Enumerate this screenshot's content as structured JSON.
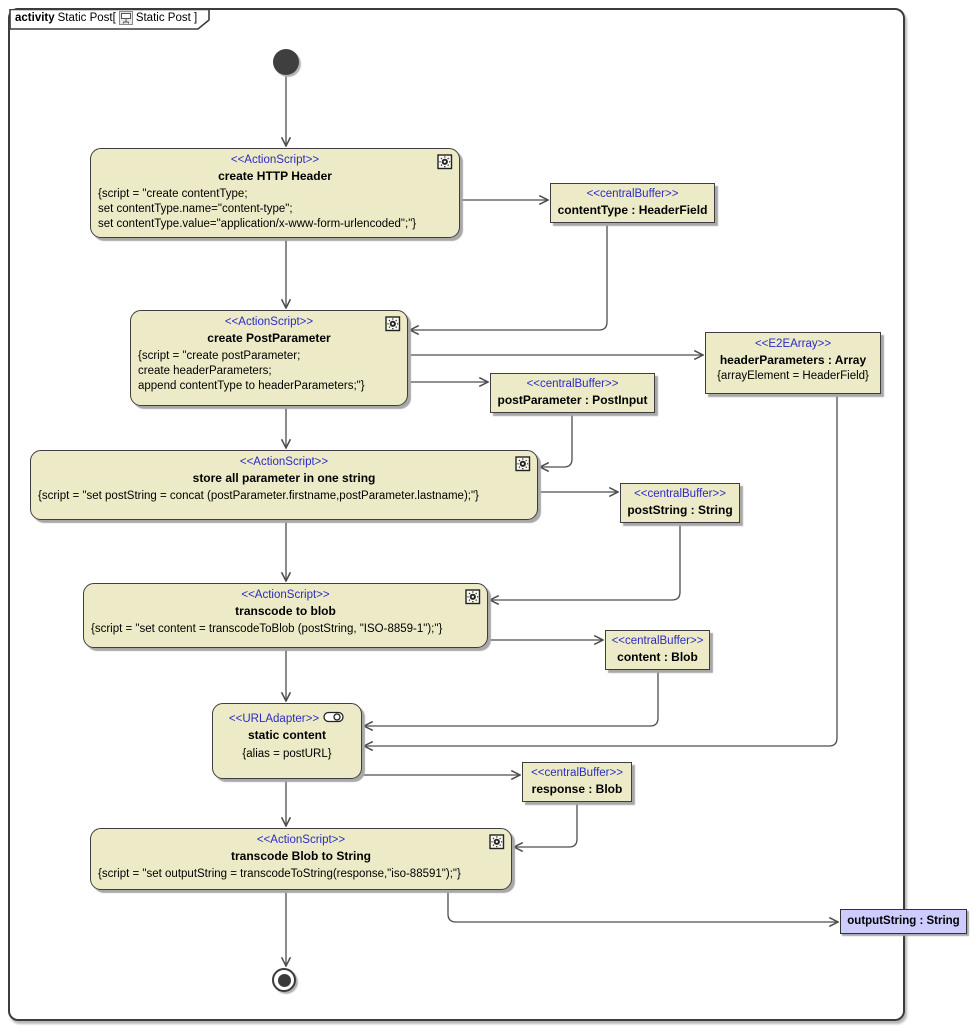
{
  "frame": {
    "keyword": "activity",
    "name_text": "Static Post[",
    "diagram_text": "Static Post ]"
  },
  "nodes": {
    "create_http_header": {
      "stereotype": "<<ActionScript>>",
      "name": "create HTTP Header",
      "script": "{script = \"create contentType;\nset contentType.name=\"content-type\";\nset contentType.value=\"application/x-www-form-urlencoded\";\"}"
    },
    "create_post_parameter": {
      "stereotype": "<<ActionScript>>",
      "name": "create PostParameter",
      "script": "{script = \"create postParameter;\ncreate headerParameters;\nappend contentType to headerParameters;\"}"
    },
    "store_all_parameter": {
      "stereotype": "<<ActionScript>>",
      "name": "store all parameter in one string",
      "script": "{script = \"set postString = concat (postParameter.firstname,postParameter.lastname);\"}"
    },
    "transcode_to_blob": {
      "stereotype": "<<ActionScript>>",
      "name": "transcode to blob",
      "script": "{script = \"set content = transcodeToBlob (postString, \"ISO-8859-1\");\"}"
    },
    "static_content": {
      "stereotype": "<<URLAdapter>>",
      "name": "static content",
      "tag": "{alias = postURL}"
    },
    "transcode_blob_to_string": {
      "stereotype": "<<ActionScript>>",
      "name": "transcode Blob to String",
      "script": "{script = \"set outputString = transcodeToString(response,\"iso-88591\");\"}"
    }
  },
  "buffers": {
    "content_type": {
      "stereotype": "<<centralBuffer>>",
      "name": "contentType : HeaderField"
    },
    "post_parameter": {
      "stereotype": "<<centralBuffer>>",
      "name": "postParameter : PostInput"
    },
    "header_parameters": {
      "stereotype": "<<E2EArray>>",
      "name": "headerParameters : Array",
      "tag": "{arrayElement = HeaderField}"
    },
    "post_string": {
      "stereotype": "<<centralBuffer>>",
      "name": "postString : String"
    },
    "content": {
      "stereotype": "<<centralBuffer>>",
      "name": "content : Blob"
    },
    "response": {
      "stereotype": "<<centralBuffer>>",
      "name": "response : Blob"
    }
  },
  "parameters": {
    "output_string": {
      "name": "outputString : String"
    }
  },
  "colors": {
    "node_fill": "#EDEBC7",
    "node_border": "#3E3E3E",
    "stereotype_text": "#2B2BC4",
    "parameter_fill": "#CCCCFF",
    "edge": "#4D4D4D",
    "background": "#FFFFFF"
  }
}
